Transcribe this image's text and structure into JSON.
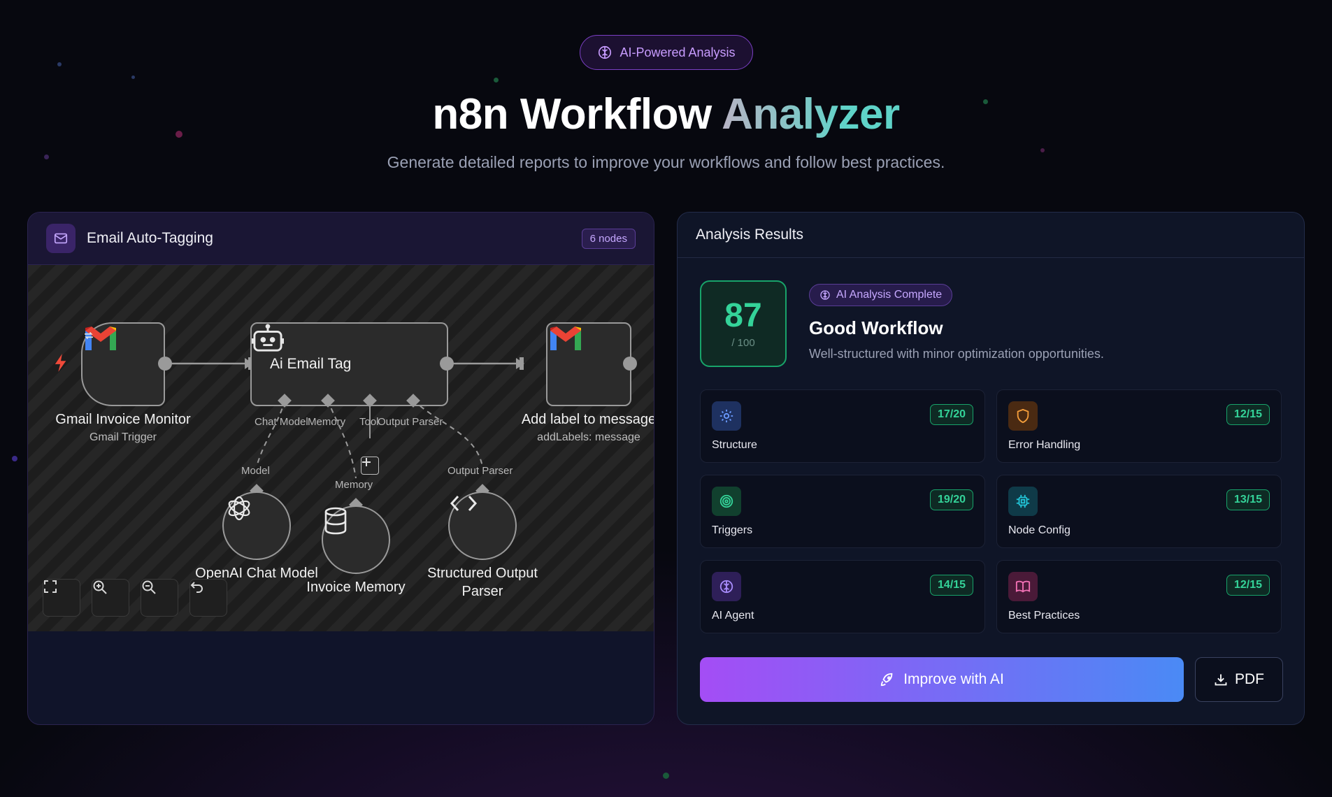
{
  "hero": {
    "badge": "AI-Powered Analysis",
    "title_main": "n8n Workflow ",
    "title_accent": "Analyzer",
    "subtitle": "Generate detailed reports to improve your workflows and follow best practices."
  },
  "workflow": {
    "name": "Email Auto-Tagging",
    "node_count": "6 nodes",
    "nodes": {
      "trigger": {
        "name": "Gmail Invoice Monitor",
        "type": "Gmail Trigger"
      },
      "agent": {
        "name": "Ai Email Tag"
      },
      "action": {
        "name": "Add label to message",
        "type": "addLabels: message"
      },
      "model": {
        "name": "OpenAI Chat Model"
      },
      "memory": {
        "name": "Invoice Memory"
      },
      "parser": {
        "name_line1": "Structured Output",
        "name_line2": "Parser"
      }
    },
    "ports": {
      "chat_model": "Chat Model",
      "memory": "Memory",
      "tool": "Tool",
      "output_parser": "Output Parser",
      "model_in": "Model",
      "memory_in": "Memory",
      "parser_in": "Output Parser"
    },
    "controls": [
      "fit-view",
      "zoom-in",
      "zoom-out",
      "undo"
    ]
  },
  "results": {
    "header": "Analysis Results",
    "score": "87",
    "score_max": "/ 100",
    "status_badge": "AI Analysis Complete",
    "grade": "Good Workflow",
    "grade_desc": "Well-structured with minor optimization opportunities.",
    "categories": [
      {
        "label": "Structure",
        "score": "17/20",
        "icon": "gear-icon",
        "color": "#5b8cf5"
      },
      {
        "label": "Error Handling",
        "score": "12/15",
        "icon": "shield-icon",
        "color": "#f59e3b"
      },
      {
        "label": "Triggers",
        "score": "19/20",
        "icon": "target-icon",
        "color": "#34d399"
      },
      {
        "label": "Node Config",
        "score": "13/15",
        "icon": "chip-icon",
        "color": "#22c5d8"
      },
      {
        "label": "AI Agent",
        "score": "14/15",
        "icon": "brain-icon",
        "color": "#a78bfa"
      },
      {
        "label": "Best Practices",
        "score": "12/15",
        "icon": "book-icon",
        "color": "#f472b6"
      }
    ],
    "improve_label": "Improve with AI",
    "pdf_label": "PDF"
  }
}
